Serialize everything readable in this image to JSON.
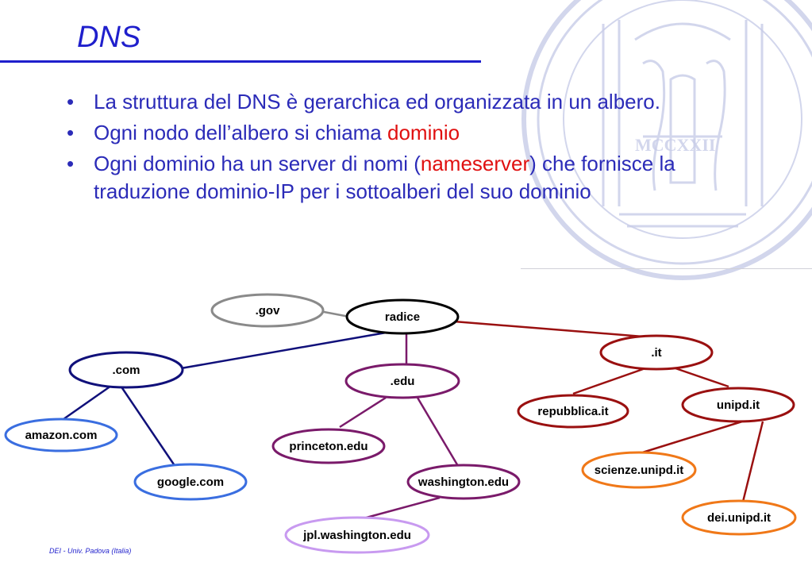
{
  "slide": {
    "title": "DNS",
    "footer": "DEI - Univ. Padova (Italia)"
  },
  "bullets": [
    {
      "bullet": "•",
      "text": "La struttura del DNS è gerarchica ed organizzata in un albero."
    },
    {
      "bullet": "•",
      "text_before": "Ogni nodo dell’albero si chiama ",
      "highlight": "dominio"
    },
    {
      "bullet": "•",
      "text_before": "Ogni dominio ha un server di nomi (",
      "highlight": "nameserver",
      "text_after": ") che fornisce la traduzione dominio-IP per i sottoalberi del suo dominio"
    }
  ],
  "tree": {
    "nodes": {
      "gov": ".gov",
      "root": "radice",
      "it": ".it",
      "com": ".com",
      "edu": ".edu",
      "repubblica": "repubblica.it",
      "unipd": "unipd.it",
      "amazon": "amazon.com",
      "princeton": "princeton.edu",
      "scienze": "scienze.unipd.it",
      "google": "google.com",
      "washington": "washington.edu",
      "dei": "dei.unipd.it",
      "jpl": "jpl.washington.edu"
    },
    "colors": {
      "gray": "#8a8a8a",
      "navy": "#10107a",
      "black": "#000000",
      "purple": "#7a1a6a",
      "darkred": "#9a1010",
      "blue": "#3a6ee0",
      "orange": "#f07818",
      "lilac": "#c89af0"
    }
  },
  "icons": {
    "seal": "university-seal-watermark"
  }
}
